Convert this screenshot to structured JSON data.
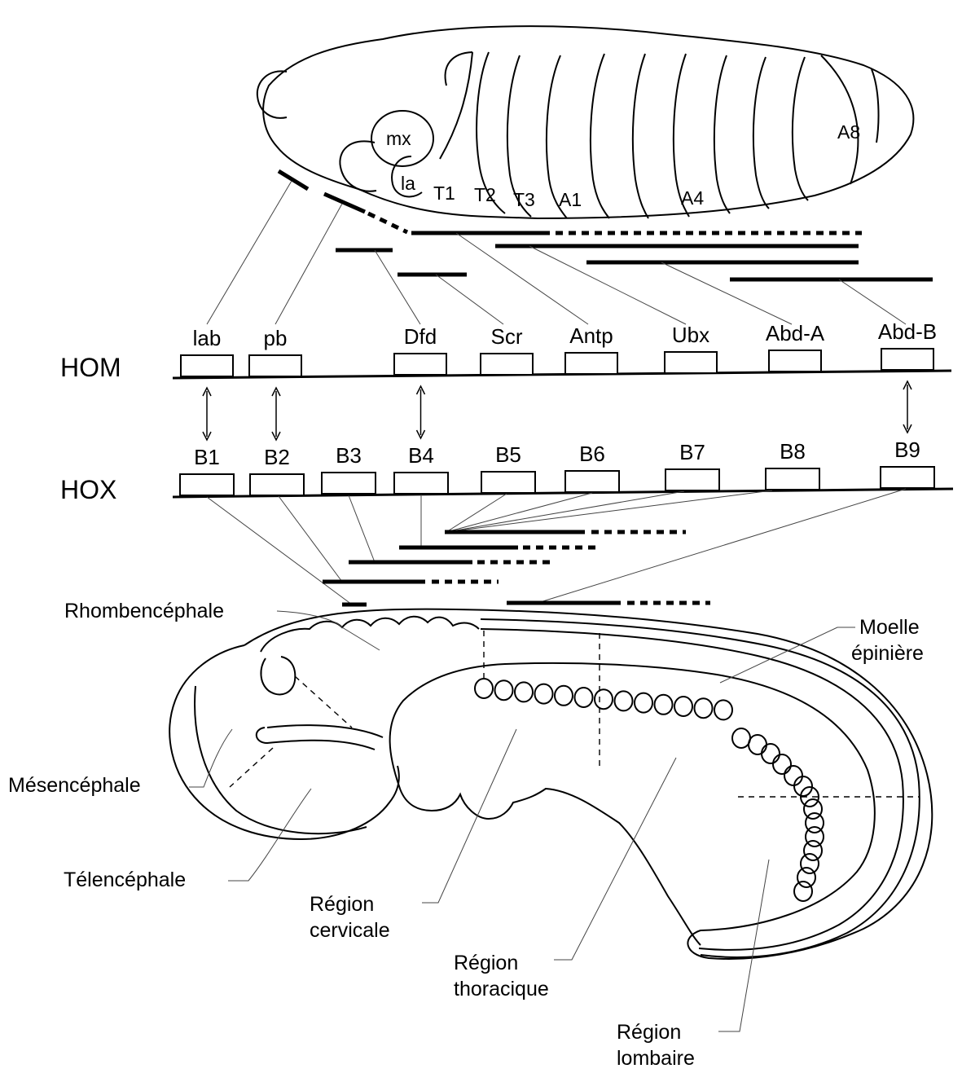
{
  "fly_segments": {
    "mx": "mx",
    "la": "la",
    "t1": "T1",
    "t2": "T2",
    "t3": "T3",
    "a1": "A1",
    "a4": "A4",
    "a8": "A8"
  },
  "hom": {
    "row_label": "HOM",
    "genes": [
      "lab",
      "pb",
      "Dfd",
      "Scr",
      "Antp",
      "Ubx",
      "Abd-A",
      "Abd-B"
    ]
  },
  "hox": {
    "row_label": "HOX",
    "genes": [
      "B1",
      "B2",
      "B3",
      "B4",
      "B5",
      "B6",
      "B7",
      "B8",
      "B9"
    ]
  },
  "homology_pairs": [
    [
      "lab",
      "B1"
    ],
    [
      "pb",
      "B2"
    ],
    [
      "Dfd",
      "B4"
    ],
    [
      "Abd-B",
      "B9"
    ]
  ],
  "embryo_labels": {
    "rhombencephale": "Rhombencéphale",
    "mesencephale": "Mésencéphale",
    "telencephale": "Télencéphale",
    "moelle_1": "Moelle",
    "moelle_2": "épinière",
    "cervicale_1": "Région",
    "cervicale_2": "cervicale",
    "thoracique_1": "Région",
    "thoracique_2": "thoracique",
    "lombaire_1": "Région",
    "lombaire_2": "lombaire"
  },
  "colors": {
    "ink": "#000000",
    "leader": "#444444",
    "background": "#ffffff"
  }
}
